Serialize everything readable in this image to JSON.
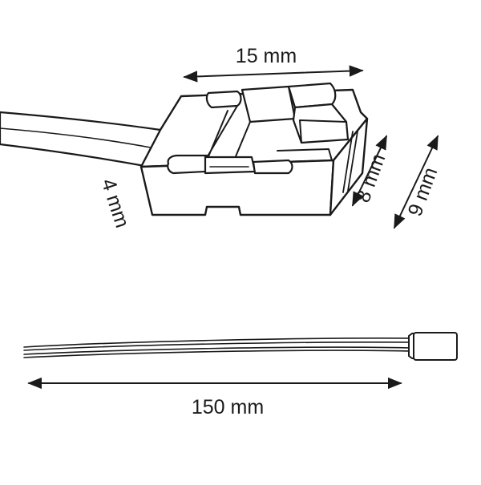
{
  "diagram": {
    "dimension_width": "15 mm",
    "dimension_height_inner": "8 mm",
    "dimension_height_outer": "9 mm",
    "dimension_depth": "4 mm",
    "dimension_cable_length": "150 mm",
    "line_color": "#1a1a1a",
    "background_color": "#ffffff"
  }
}
